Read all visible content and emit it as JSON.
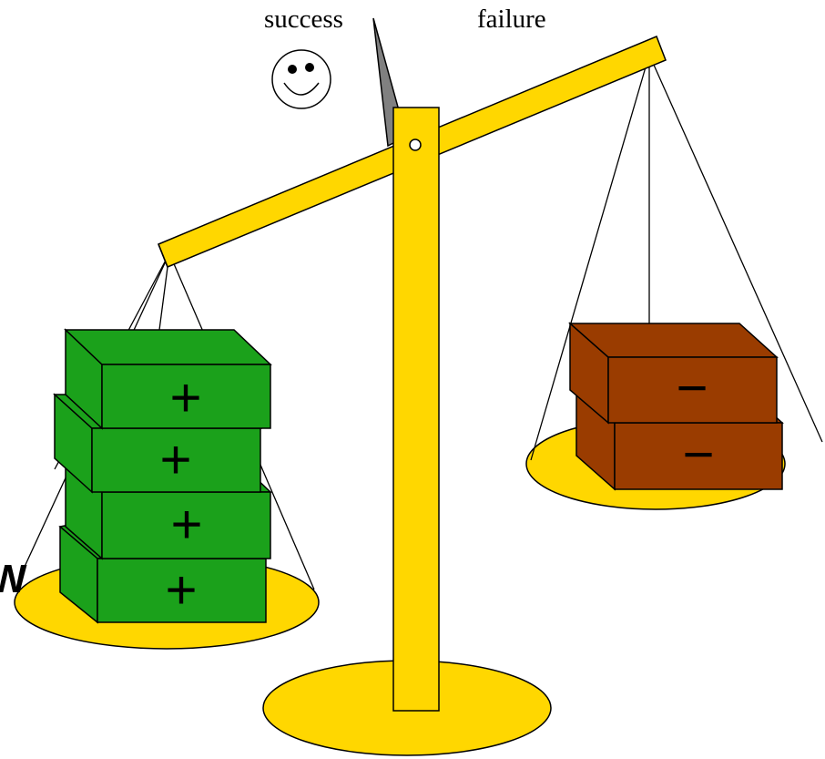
{
  "labels": {
    "success": "success",
    "failure": "failure",
    "cropped_fragment": "W"
  },
  "left_pan": {
    "box_symbol": "+",
    "box_count": 4
  },
  "right_pan": {
    "box_symbol": "−",
    "box_count": 2
  },
  "colors": {
    "scale_yellow": "#FFD700",
    "plus_box_green": "#1BA11B",
    "minus_box_brown": "#9A3C00",
    "pointer_gray": "#808080",
    "outline": "#000000"
  },
  "icons": {
    "face": "smiley-face-icon",
    "pivot": "pivot-icon",
    "pointer": "pointer-icon"
  }
}
